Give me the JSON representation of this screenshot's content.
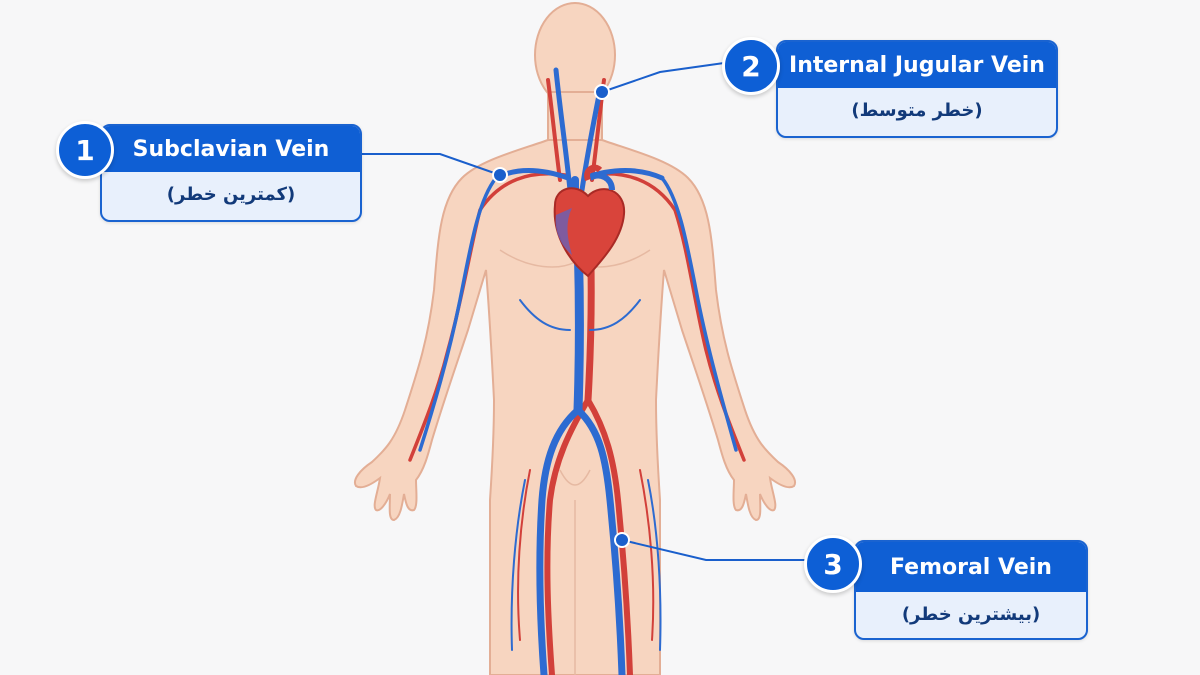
{
  "callouts": [
    {
      "number": "1",
      "title": "Subclavian Vein",
      "subtitle": "(کمترین خطر)"
    },
    {
      "number": "2",
      "title": "Internal Jugular Vein",
      "subtitle": "(خطر متوسط)"
    },
    {
      "number": "3",
      "title": "Femoral Vein",
      "subtitle": "(بیشترین خطر)"
    }
  ],
  "colors": {
    "background": "#f7f7f8",
    "skin": "#f7d5c0",
    "skin_outline": "#e3ae95",
    "vein": "#2d6bd1",
    "artery": "#d2403a",
    "heart": "#d9443b",
    "callout_blue": "#0f5fd4",
    "callout_light": "#e8f0fc"
  }
}
